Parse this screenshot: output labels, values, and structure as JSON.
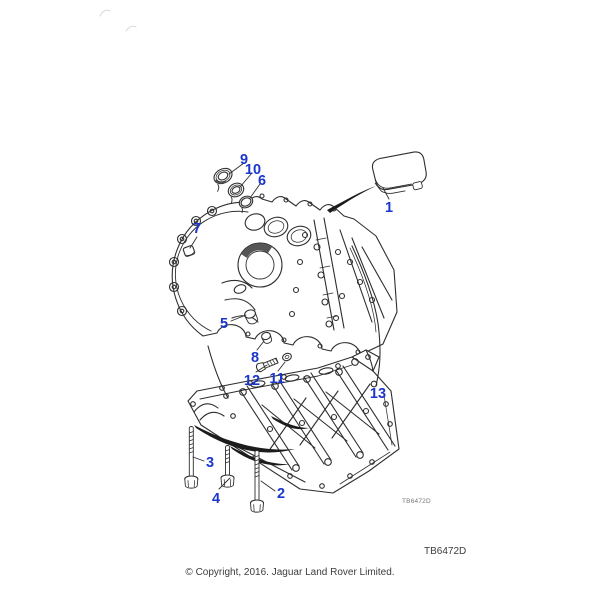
{
  "diagram": {
    "drawing_code_small": "TB6472D",
    "drawing_code_caption": "TB6472D",
    "copyright": "© Copyright, 2016. Jaguar Land Rover Limited.",
    "callout_color": "#1b36cc",
    "line_color": "#2e2e2e",
    "callouts": [
      {
        "label": "1"
      },
      {
        "label": "2"
      },
      {
        "label": "3"
      },
      {
        "label": "4"
      },
      {
        "label": "5"
      },
      {
        "label": "6"
      },
      {
        "label": "7"
      },
      {
        "label": "8"
      },
      {
        "label": "9"
      },
      {
        "label": "10"
      },
      {
        "label": "11"
      },
      {
        "label": "12"
      },
      {
        "label": "13"
      }
    ]
  }
}
